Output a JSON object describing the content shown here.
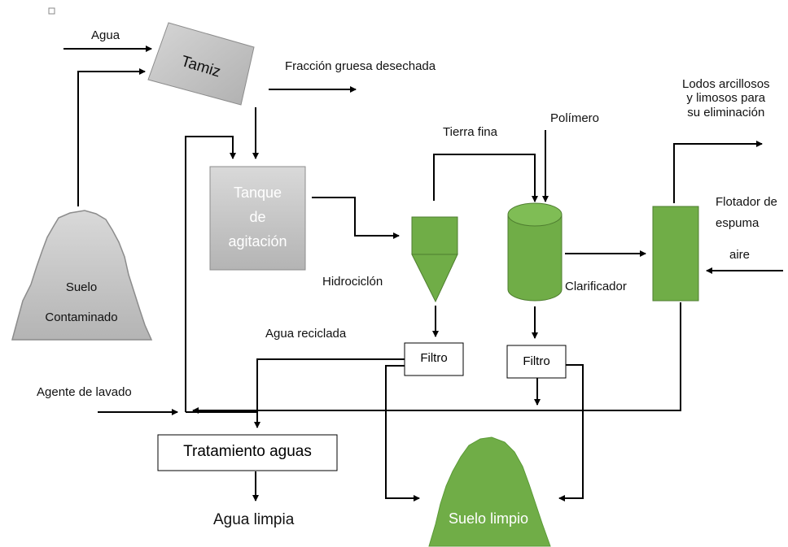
{
  "inputs": {
    "agua": "Agua",
    "agente_lavado": "Agente de lavado",
    "aire": "aire",
    "polimero": "Polímero"
  },
  "units": {
    "tamiz": "Tamiz",
    "tanque": "Tanque\nde\nagitación",
    "hidrociclon": "Hidrociclón",
    "clarificador": "Clarificador",
    "flotador": "Flotador de\nespuma",
    "filtro_1": "Filtro",
    "filtro_2": "Filtro",
    "tratamiento": "Tratamiento aguas"
  },
  "streams": {
    "fraccion_gruesa": "Fracción gruesa desechada",
    "tierra_fina": "Tierra fina",
    "lodos": "Lodos arcillosos\ny limosos para\nsu eliminación",
    "agua_reciclada": "Agua reciclada",
    "agua_limpia": "Agua limpia"
  },
  "piles": {
    "suelo_contaminado_1": "Suelo",
    "suelo_contaminado_2": "Contaminado",
    "suelo_limpio": "Suelo limpio"
  },
  "colors": {
    "green_fill": "#70ad47",
    "green_stroke": "#4e7d2f",
    "grey_fill": "#c8c8c8",
    "grey_stroke": "#8c8c8c"
  }
}
